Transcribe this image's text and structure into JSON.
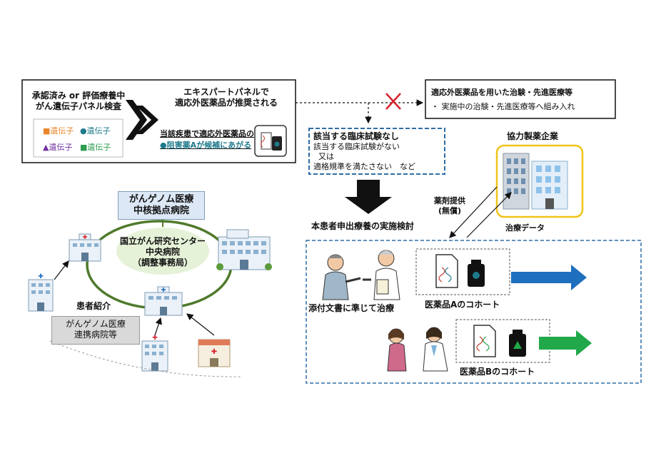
{
  "colors": {
    "frame_dashed_blue": "#2e6ea6",
    "ring_green": "#4f7a2b",
    "arrow_blue": "#1f6fbf",
    "arrow_green": "#21a84a",
    "building_frame_yellow": "#f0c419",
    "hub_blue_bg": "#dce8f6",
    "center_bg": "#e6f2d8",
    "liaison_bg": "#d9d9d9",
    "cross_red": "#d9232e",
    "gene_orange": "#e8852b",
    "gene_teal": "#1f7a8c",
    "gene_purple": "#7030a0",
    "gene_green": "#2e9e4f"
  },
  "panel_test": {
    "line1": "承認済み or 評価療養中",
    "line2": "がん遺伝子パネル検査",
    "genes": [
      {
        "label": "■遺伝子"
      },
      {
        "label": "●遺伝子"
      },
      {
        "label": "▲遺伝子"
      },
      {
        "label": "■遺伝子"
      }
    ]
  },
  "expert_panel": {
    "line1": "エキスパートパネルで",
    "line2": "適応外医薬品が推奨される",
    "candidate_line1": "当該疾患で適応外医薬品の",
    "candidate_line2": "●阻害薬Aが候補にあがる"
  },
  "offlabel_box": {
    "title": "適応外医薬品を用いた治験・先進医療等",
    "bullet": "・ 実施中の治験・先進医療等へ組み入れ"
  },
  "no_trial_box": {
    "title": "該当する臨床試験なし",
    "line1": "該当する臨床試験がない",
    "line2": "又は",
    "line3": "適格規準を満たさない　など"
  },
  "review_label": "本患者申出療養の実施検討",
  "company": {
    "title": "協力製薬企業",
    "supply_line1": "薬剤提供",
    "supply_line2": "(無償)",
    "data_label": "治療データ"
  },
  "network": {
    "hub_line1": "がんゲノム医療",
    "hub_line2": "中核拠点病院",
    "center_line1": "国立がん研究センター",
    "center_line2": "中央病院",
    "center_line3": "（調整事務局）",
    "referral": "患者紹介",
    "liaison_line1": "がんゲノム医療",
    "liaison_line2": "連携病院等"
  },
  "treatment": {
    "label": "添付文書に準じて治療",
    "cohort_a": "医薬品Aのコホート",
    "cohort_b": "医薬品Bのコホート"
  }
}
